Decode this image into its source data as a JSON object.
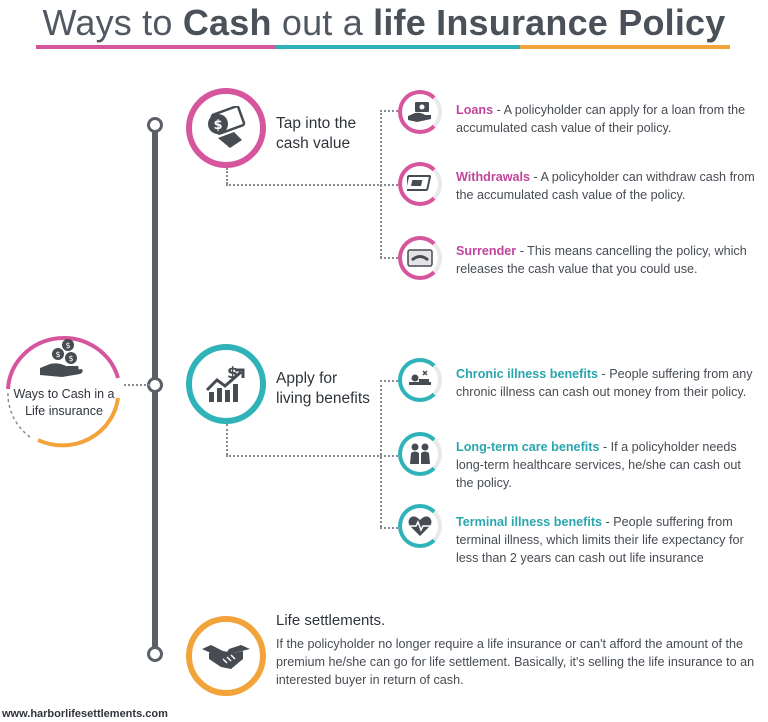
{
  "header": {
    "title_part1": "Ways to ",
    "title_bold1": "Cash",
    "title_part2": " out a ",
    "title_bold2": "life Insurance Policy",
    "bar_colors": [
      "#d6569e",
      "#2fb3b9",
      "#f2a33a"
    ]
  },
  "hub": {
    "label": "Ways to Cash in a Life insurance",
    "icon": "money-hand-icon"
  },
  "categories": [
    {
      "label": "Tap into the cash value",
      "icon": "cash-check-icon",
      "color": "#d6569e",
      "items": [
        {
          "heading": "Loans",
          "text": " - A policyholder can apply for a loan from the accumulated cash value of their policy.",
          "icon": "loan-hand-icon"
        },
        {
          "heading": "Withdrawals",
          "text": " - A policyholder can withdraw cash from the accumulated cash value of the policy.",
          "icon": "atm-withdraw-icon"
        },
        {
          "heading": "Surrender",
          "text": " - This means cancelling the policy, which releases the cash value that you could use.",
          "icon": "surrender-icon"
        }
      ]
    },
    {
      "label": "Apply for living benefits",
      "icon": "growth-chart-icon",
      "color": "#2fb3b9",
      "items": [
        {
          "heading": "Chronic illness benefits",
          "text": " - People suffering from any chronic illness can cash out money from their policy.",
          "icon": "illness-icon"
        },
        {
          "heading": "Long-term care benefits",
          "text": " - If a policyholder needs long-term healthcare services, he/she can cash out the policy.",
          "icon": "elderly-care-icon"
        },
        {
          "heading": "Terminal illness benefits",
          "text": " - People suffering from terminal illness, which limits their life expectancy for less than 2 years can cash out life insurance",
          "icon": "heart-pulse-icon"
        }
      ]
    }
  ],
  "settlement": {
    "title": "Life settlements.",
    "text": "If the policyholder no longer require a life insurance or can't afford the amount of the premium he/she can go for life settlement. Basically, it's selling the life insurance to an interested buyer in return of cash.",
    "icon": "handshake-icon",
    "color": "#f2a33a"
  },
  "footer": {
    "url": "www.harborlifesettlements.com"
  }
}
